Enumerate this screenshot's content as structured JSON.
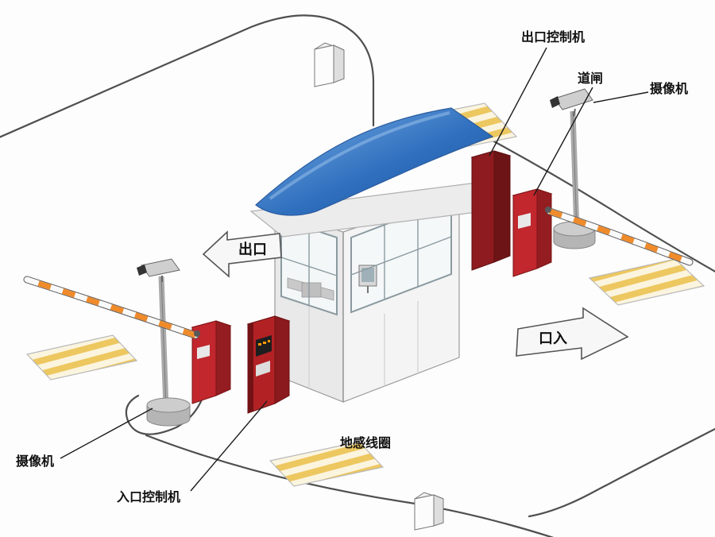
{
  "diagram": {
    "callouts": {
      "exit_controller": "出口控制机",
      "barrier_gate": "道闸",
      "camera_top_right": "摄像机",
      "camera_bottom_left": "摄像机",
      "entrance_controller": "入口控制机",
      "ground_loop": "地感线圈"
    },
    "arrows": {
      "exit": "出口",
      "entrance": "口入"
    },
    "colors": {
      "canopy_blue_dark": "#2f6fbe",
      "canopy_blue_light": "#7fb3e8",
      "machine_bright_red": "#c1272d",
      "machine_dark_red": "#8e1b1f",
      "barrier_stripe_orange": "#ef8b2b",
      "hatch_yellow": "#edc75f",
      "road_line": "#4f4f4f",
      "label_text": "#111111"
    }
  }
}
